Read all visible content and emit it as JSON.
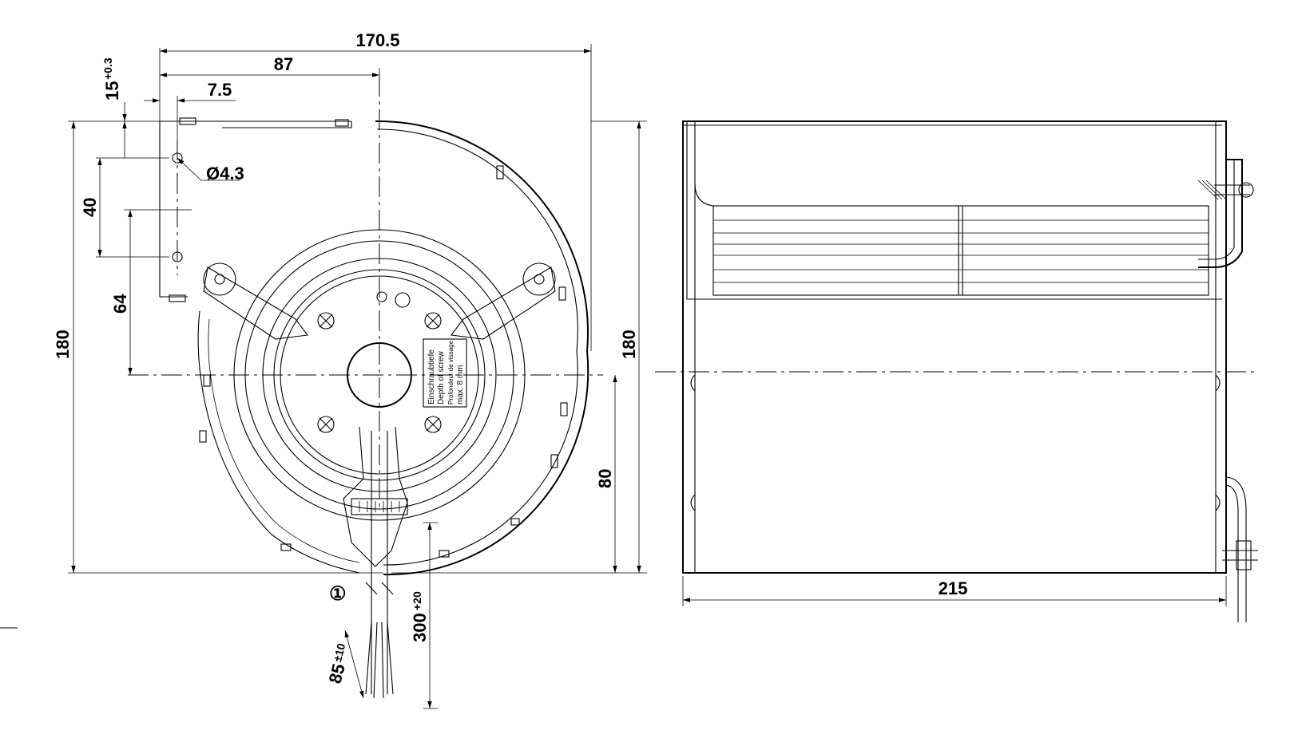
{
  "front_view": {
    "dim_width_overall": "170.5",
    "dim_center_offset": "87",
    "dim_flange_offset": "7.5",
    "dim_flange_height": "15",
    "dim_flange_height_tol": "+0.3",
    "dim_hole_diameter": "Ø4.3",
    "dim_hole_spacing": "40",
    "dim_hole_to_axis": "64",
    "dim_height_left": "180",
    "dim_height_right": "180",
    "dim_axis_to_base": "80",
    "dim_cable_length": "300",
    "dim_cable_length_tol": "+20",
    "dim_strip_length": "85",
    "dim_strip_length_tol": "±10",
    "cable_callout": "①",
    "label_lines": [
      "Einschraubtiefe",
      "Depth of screw",
      "Profondeur de vissage",
      "max. 8 mm"
    ]
  },
  "side_view": {
    "dim_length": "215"
  }
}
